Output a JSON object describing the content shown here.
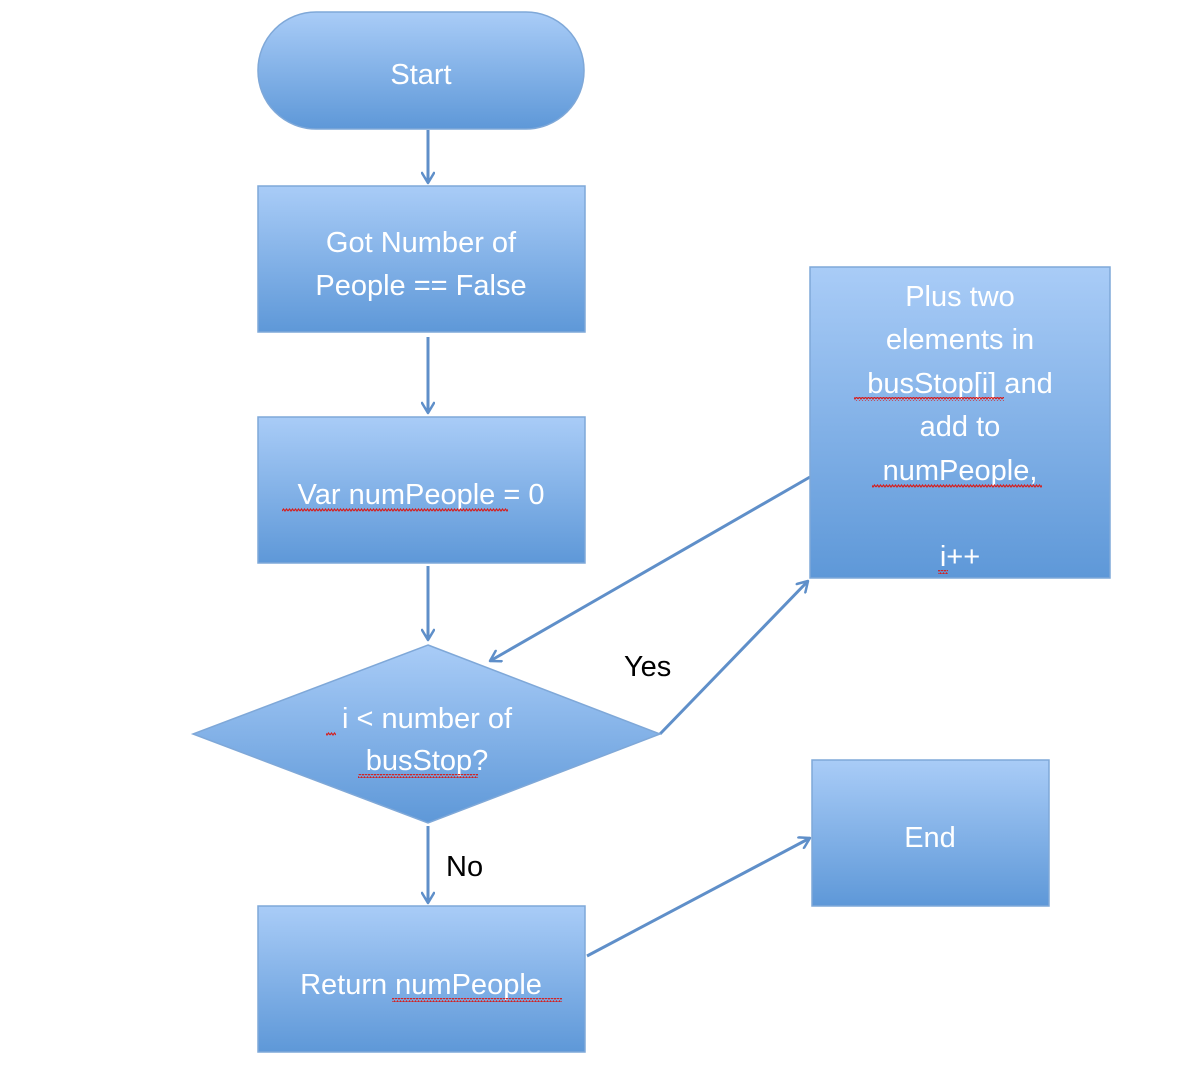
{
  "colors": {
    "node_fill_top": "#a9ccf7",
    "node_fill_bottom": "#5e98d8",
    "node_border": "#7fa8d8",
    "arrow": "#5f8fc9",
    "node_text": "#ffffff",
    "edge_label": "#000000",
    "spellcheck": "#d42020"
  },
  "nodes": {
    "start": {
      "shape": "terminator",
      "lines": [
        "Start"
      ]
    },
    "got_number": {
      "shape": "process",
      "lines": [
        "Got Number of",
        "People == False"
      ]
    },
    "var_num": {
      "shape": "process",
      "lines": [
        "Var numPeople = 0"
      ]
    },
    "decision": {
      "shape": "decision",
      "lines": [
        "i < number of",
        "busStop?"
      ]
    },
    "plus_two": {
      "shape": "process",
      "lines": [
        "Plus two",
        "elements in",
        "busStop[i] and",
        "add to",
        "numPeople,",
        "",
        "i++"
      ]
    },
    "return_num": {
      "shape": "process",
      "lines": [
        "Return numPeople"
      ]
    },
    "end": {
      "shape": "process",
      "lines": [
        "End"
      ]
    }
  },
  "edges": [
    {
      "from": "start",
      "to": "got_number",
      "label": ""
    },
    {
      "from": "got_number",
      "to": "var_num",
      "label": ""
    },
    {
      "from": "var_num",
      "to": "decision",
      "label": ""
    },
    {
      "from": "decision",
      "to": "plus_two",
      "label": "Yes"
    },
    {
      "from": "plus_two",
      "to": "decision",
      "label": ""
    },
    {
      "from": "decision",
      "to": "return_num",
      "label": "No"
    },
    {
      "from": "return_num",
      "to": "end",
      "label": ""
    }
  ]
}
